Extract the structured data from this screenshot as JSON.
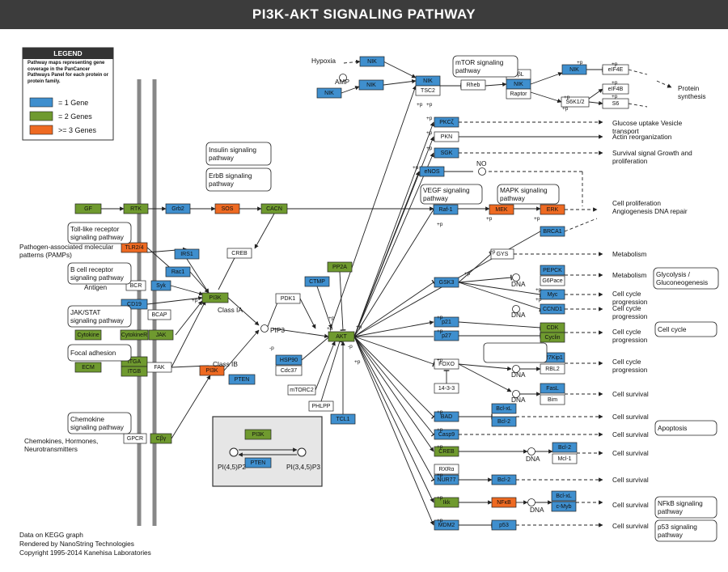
{
  "title": "PI3K-AKT SIGNALING PATHWAY",
  "colors": {
    "one_gene": "#3f8fce",
    "two_genes": "#6f9a2f",
    "three_genes": "#ee6a22",
    "neutral": "#ffffff",
    "title_bg": "#3c3c3c"
  },
  "legend": {
    "heading": "LEGEND",
    "description": "Pathway maps representing gene coverage in the PanCancer Pathways Panel for each protein or protein family.",
    "items": [
      {
        "label": "= 1 Gene",
        "color": "#3f8fce"
      },
      {
        "label": "= 2 Genes",
        "color": "#6f9a2f"
      },
      {
        "label": ">= 3 Genes",
        "color": "#ee6a22"
      }
    ]
  },
  "footer": [
    "Data on KEGG graph",
    "Rendered by NanoString Technologies",
    "Copyright 1995-2014 Kanehisa Laboratories"
  ],
  "nodes": [
    {
      "id": "GF",
      "label": "GF",
      "kind": "green"
    },
    {
      "id": "RTK",
      "label": "RTK",
      "kind": "green"
    },
    {
      "id": "Grb2",
      "label": "Grb2",
      "kind": "blue"
    },
    {
      "id": "SOS",
      "label": "SOS",
      "kind": "orange"
    },
    {
      "id": "CACN",
      "label": "CACN",
      "kind": "green"
    },
    {
      "id": "TLR24",
      "label": "TLR2/4",
      "kind": "orange"
    },
    {
      "id": "IRS1",
      "label": "IRS1",
      "kind": "blue"
    },
    {
      "id": "Rac1",
      "label": "Rac1",
      "kind": "blue"
    },
    {
      "id": "BCR",
      "label": "BCR",
      "kind": "white"
    },
    {
      "id": "Syk",
      "label": "Syk",
      "kind": "blue"
    },
    {
      "id": "CD19",
      "label": "CD19",
      "kind": "blue"
    },
    {
      "id": "BCAP",
      "label": "BCAP",
      "kind": "white"
    },
    {
      "id": "PI3K_A",
      "label": "PI3K",
      "kind": "green"
    },
    {
      "id": "CREB_W",
      "label": "CREB",
      "kind": "white"
    },
    {
      "id": "Cytokine",
      "label": "Cytokine",
      "kind": "green"
    },
    {
      "id": "CytokineR",
      "label": "CytokineR",
      "kind": "green"
    },
    {
      "id": "JAK",
      "label": "JAK",
      "kind": "green"
    },
    {
      "id": "ITGA",
      "label": "ITGA",
      "kind": "green"
    },
    {
      "id": "ITGB",
      "label": "ITGB",
      "kind": "green"
    },
    {
      "id": "ECM",
      "label": "ECM",
      "kind": "green"
    },
    {
      "id": "FAK",
      "label": "FAK",
      "kind": "white"
    },
    {
      "id": "PI3K_B",
      "label": "PI3K",
      "kind": "orange"
    },
    {
      "id": "PTEN",
      "label": "PTEN",
      "kind": "blue"
    },
    {
      "id": "GPCR",
      "label": "GPCR",
      "kind": "white"
    },
    {
      "id": "Gby",
      "label": "Cβγ",
      "kind": "green"
    },
    {
      "id": "PDK1",
      "label": "PDK1",
      "kind": "white"
    },
    {
      "id": "CTMP",
      "label": "CTMP",
      "kind": "blue"
    },
    {
      "id": "PP2A",
      "label": "PP2A",
      "kind": "green"
    },
    {
      "id": "HSP90",
      "label": "HSP90",
      "kind": "blue"
    },
    {
      "id": "Cdc37",
      "label": "Cdc37",
      "kind": "white"
    },
    {
      "id": "AKT",
      "label": "AKT",
      "kind": "green"
    },
    {
      "id": "mTORC2",
      "label": "mTORC2",
      "kind": "white"
    },
    {
      "id": "PHLPP",
      "label": "PHLPP",
      "kind": "white"
    },
    {
      "id": "TCL1",
      "label": "TCL1",
      "kind": "blue"
    },
    {
      "id": "NIK1",
      "label": "NIK",
      "kind": "blue"
    },
    {
      "id": "NIK2",
      "label": "NIK",
      "kind": "blue"
    },
    {
      "id": "NIK3",
      "label": "NIK",
      "kind": "blue"
    },
    {
      "id": "NIK_TSC",
      "label": "NIK",
      "kind": "blue"
    },
    {
      "id": "TSC2",
      "label": "TSC2",
      "kind": "white"
    },
    {
      "id": "Rheb",
      "label": "Rheb",
      "kind": "white"
    },
    {
      "id": "GbL",
      "label": "GβL",
      "kind": "white"
    },
    {
      "id": "NIK_mTOR",
      "label": "NIK",
      "kind": "blue"
    },
    {
      "id": "Raptor",
      "label": "Raptor",
      "kind": "white"
    },
    {
      "id": "NIK_top",
      "label": "NIK",
      "kind": "blue"
    },
    {
      "id": "eIF4E",
      "label": "eIF4E",
      "kind": "white"
    },
    {
      "id": "eIF4B",
      "label": "eIF4B",
      "kind": "white"
    },
    {
      "id": "S6K12",
      "label": "S6K1/2",
      "kind": "white"
    },
    {
      "id": "S6",
      "label": "S6",
      "kind": "white"
    },
    {
      "id": "PKCz",
      "label": "PKCζ",
      "kind": "blue"
    },
    {
      "id": "PKN",
      "label": "PKN",
      "kind": "white"
    },
    {
      "id": "SGK",
      "label": "SGK",
      "kind": "blue"
    },
    {
      "id": "eNOS",
      "label": "eNOS",
      "kind": "blue"
    },
    {
      "id": "Raf1",
      "label": "Raf-1",
      "kind": "blue"
    },
    {
      "id": "MEK",
      "label": "MEK",
      "kind": "orange"
    },
    {
      "id": "ERK",
      "label": "ERK",
      "kind": "orange"
    },
    {
      "id": "BRCA1",
      "label": "BRCA1",
      "kind": "blue"
    },
    {
      "id": "GYS",
      "label": "GYS",
      "kind": "white"
    },
    {
      "id": "GSK3",
      "label": "GSK3",
      "kind": "blue"
    },
    {
      "id": "PEPCK",
      "label": "PEPCK",
      "kind": "blue"
    },
    {
      "id": "G6Pace",
      "label": "G6Pace",
      "kind": "white"
    },
    {
      "id": "Myc",
      "label": "Myc",
      "kind": "blue"
    },
    {
      "id": "CCND1",
      "label": "CCND1",
      "kind": "blue"
    },
    {
      "id": "p21",
      "label": "p21",
      "kind": "blue"
    },
    {
      "id": "p27",
      "label": "p27",
      "kind": "blue"
    },
    {
      "id": "CDK",
      "label": "CDK",
      "kind": "green"
    },
    {
      "id": "Cyclin",
      "label": "Cyclin",
      "kind": "green"
    },
    {
      "id": "p27Kip1",
      "label": "p27Kip1",
      "kind": "blue"
    },
    {
      "id": "RBL2",
      "label": "RBL2",
      "kind": "white"
    },
    {
      "id": "FOXO",
      "label": "FOXO",
      "kind": "white"
    },
    {
      "id": "FasL",
      "label": "FasL",
      "kind": "blue"
    },
    {
      "id": "Bim",
      "label": "Bim",
      "kind": "white"
    },
    {
      "id": "14-3-3",
      "label": "14-3-3",
      "kind": "white"
    },
    {
      "id": "BAD",
      "label": "BAD",
      "kind": "blue"
    },
    {
      "id": "BclxL",
      "label": "Bcl-xL",
      "kind": "blue"
    },
    {
      "id": "Bcl2a",
      "label": "Bcl-2",
      "kind": "blue"
    },
    {
      "id": "Casp9",
      "label": "Casp9",
      "kind": "blue"
    },
    {
      "id": "CREB",
      "label": "CREB",
      "kind": "green"
    },
    {
      "id": "Bcl2b",
      "label": "Bcl-2",
      "kind": "blue"
    },
    {
      "id": "Mcl1",
      "label": "Mcl-1",
      "kind": "white"
    },
    {
      "id": "RXRa",
      "label": "RXRα",
      "kind": "white"
    },
    {
      "id": "NUR77",
      "label": "NUR77",
      "kind": "blue"
    },
    {
      "id": "Bcl2c",
      "label": "Bcl-2",
      "kind": "blue"
    },
    {
      "id": "Ikk",
      "label": "Ikk",
      "kind": "green"
    },
    {
      "id": "NFkB",
      "label": "NFκB",
      "kind": "orange"
    },
    {
      "id": "BclxL2",
      "label": "Bcl-xL",
      "kind": "blue"
    },
    {
      "id": "cMyb",
      "label": "c-Myb",
      "kind": "blue"
    },
    {
      "id": "MDM2",
      "label": "MDM2",
      "kind": "blue"
    },
    {
      "id": "p53",
      "label": "p53",
      "kind": "blue"
    },
    {
      "id": "PI3K_inset",
      "label": "PI3K",
      "kind": "green"
    },
    {
      "id": "PTEN_inset",
      "label": "PTEN",
      "kind": "blue"
    }
  ],
  "pathway_boxes": [
    "Insulin signaling pathway",
    "ErbB signaling pathway",
    "Toll-like receptor signaling pathway",
    "B cell receptor signaling pathway",
    "JAK/STAT signaling pathway",
    "Focal adhesion",
    "Chemokine signaling pathway",
    "mTOR signaling pathway",
    "VEGF signaling pathway",
    "MAPK signaling pathway",
    "Glycolysis / Gluconeogenesis",
    "Cell cycle",
    "Apoptosis",
    "NFkB signaling pathway",
    "p53 signaling pathway"
  ],
  "labels": {
    "pamps": "Pathogen-associated molecular patterns (PAMPs)",
    "antigen": "Antigen",
    "chemo_in": "Chemokines, Hormones, Neurotransmitters",
    "hypoxia": "Hypoxia",
    "amp": "AMP",
    "classIA": "Class IA",
    "classIB": "Class IB",
    "pip3": "PIP3",
    "no": "NO",
    "dna": "DNA",
    "pi45": "PI(4,5)P2",
    "pi345": "PI(3,4,5)P3",
    "plus_p": "+p",
    "minus_p": "-p",
    "protein_synthesis": "Protein synthesis",
    "glucose": "Glucose uptake Vesicle transport",
    "actin": "Actin reorganization",
    "survival_growth": "Survival signal Growth and proliferation",
    "proliferation": "Cell proliferation Angiogenesis DNA repair",
    "metabolism": "Metabolism",
    "cell_cycle_progression": "Cell cycle progression",
    "cell_survival": "Cell survival"
  }
}
